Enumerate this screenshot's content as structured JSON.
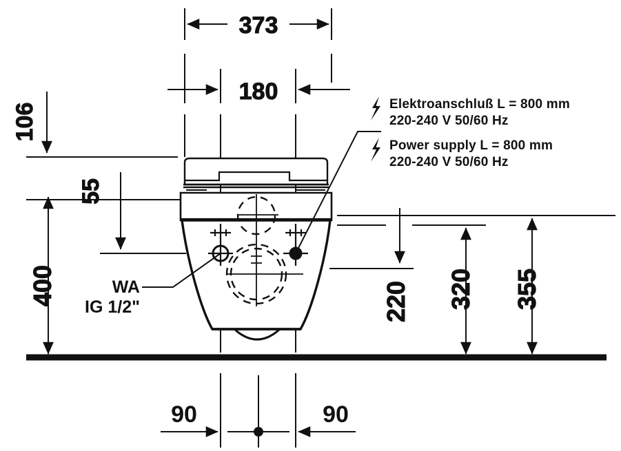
{
  "drawing": {
    "type": "technical-dimension-drawing",
    "subject": "Wall-hung shower toilet front elevation",
    "units": "mm",
    "line_color": "#111111",
    "background_color": "#ffffff",
    "floor_line_color": "#111111"
  },
  "dimensions": {
    "top": [
      {
        "id": "d373",
        "value": "373",
        "orientation": "horizontal",
        "arrows": "inward"
      },
      {
        "id": "d180",
        "value": "180",
        "orientation": "horizontal",
        "arrows": "outward"
      }
    ],
    "left": [
      {
        "id": "d106",
        "value": "106",
        "orientation": "vertical",
        "arrows": "down"
      },
      {
        "id": "d55",
        "value": "55",
        "orientation": "vertical",
        "arrows": "down"
      },
      {
        "id": "d400",
        "value": "400",
        "orientation": "vertical",
        "arrows": "both"
      }
    ],
    "right": [
      {
        "id": "d220",
        "value": "220",
        "orientation": "vertical",
        "arrows": "down"
      },
      {
        "id": "d320",
        "value": "320",
        "orientation": "vertical",
        "arrows": "both"
      },
      {
        "id": "d355",
        "value": "355",
        "orientation": "vertical",
        "arrows": "both"
      }
    ],
    "bottom": [
      {
        "id": "d90left",
        "value": "90",
        "orientation": "horizontal",
        "arrows": "right"
      },
      {
        "id": "d90right",
        "value": "90",
        "orientation": "horizontal",
        "arrows": "left"
      }
    ]
  },
  "annotations": {
    "water_connection": {
      "line1": "WA",
      "line2": "IG 1/2\""
    },
    "electrical_de": {
      "icon": "lightning-bolt-icon",
      "line1": "Elektroanschluß L = 800 mm",
      "line2": "220-240 V  50/60 Hz"
    },
    "electrical_en": {
      "icon": "lightning-bolt-icon",
      "line1": "Power supply L = 800 mm",
      "line2": "220-240 V  50/60 Hz"
    }
  },
  "markers": {
    "center_dot": "center-axis-dot",
    "mounting_crosses": 2,
    "connection_holes": 2
  }
}
